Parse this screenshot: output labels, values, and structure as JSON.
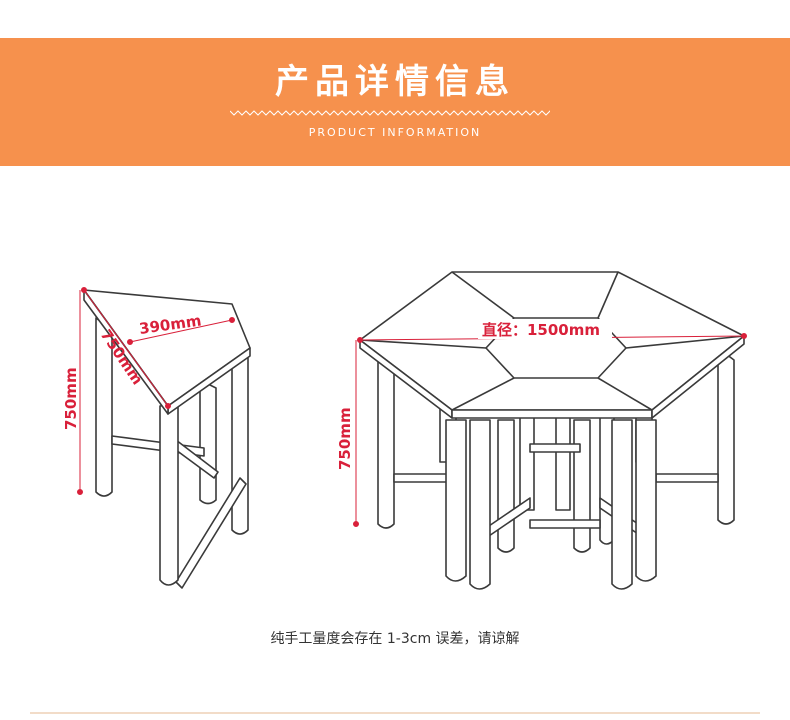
{
  "banner": {
    "title": "产品详情信息",
    "subtitle": "PRODUCT INFORMATION",
    "color": "#f6914d"
  },
  "diagram": {
    "single_table": {
      "width_label": "390mm",
      "side_label": "750mm",
      "height_label": "750mm"
    },
    "combined_table": {
      "diameter_label": "直径：1500mm",
      "height_label": "750mm"
    },
    "dimension_color": "#d9203a"
  },
  "note": "纯手工量度会存在 1-3cm 误差，请谅解"
}
